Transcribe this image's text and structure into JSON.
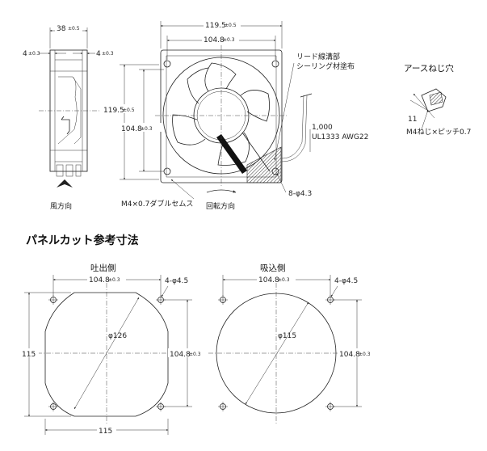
{
  "side_view": {
    "dim_width": "38",
    "dim_width_tol": "±0.5",
    "dim_left_flange": "4",
    "dim_left_flange_tol": "±0.3",
    "dim_right_flange": "4",
    "dim_right_flange_tol": "±0.3",
    "airflow_label": "風方向"
  },
  "front_view": {
    "dim_outer_width": "119.5",
    "dim_outer_width_tol": "±0.5",
    "dim_hole_pitch_h": "104.8",
    "dim_hole_pitch_h_tol": "±0.3",
    "dim_outer_height": "119.5",
    "dim_outer_height_tol": "±0.5",
    "dim_hole_pitch_v": "104.8",
    "dim_hole_pitch_v_tol": "±0.3",
    "lead_groove_label": "リード線溝部",
    "sealing_label": "シーリング材塗布",
    "lead_length": "1,000",
    "lead_spec": "UL1333 AWG22",
    "holes_label": "8-φ4.3",
    "sems_label": "M4×0.7ダブルセムス",
    "rotation_label": "回転方向"
  },
  "earth_screw": {
    "title": "アースねじ穴",
    "dim": "11",
    "thread_label": "M4ねじ×ピッチ0.7"
  },
  "panel_cut": {
    "title": "パネルカット参考寸法",
    "outlet": {
      "title": "吐出側",
      "dim_pitch_h": "104.8",
      "dim_pitch_h_tol": "±0.3",
      "holes_label": "4-φ4.5",
      "dim_height": "115",
      "dim_pitch_v": "104.8",
      "dim_pitch_v_tol": "±0.3",
      "dia_label": "φ126",
      "dim_width": "115"
    },
    "inlet": {
      "title": "吸込側",
      "dim_pitch_h": "104.8",
      "dim_pitch_h_tol": "±0.3",
      "holes_label": "4-φ4.5",
      "dim_pitch_v": "104.8",
      "dim_pitch_v_tol": "±0.3",
      "dia_label": "φ115"
    }
  }
}
